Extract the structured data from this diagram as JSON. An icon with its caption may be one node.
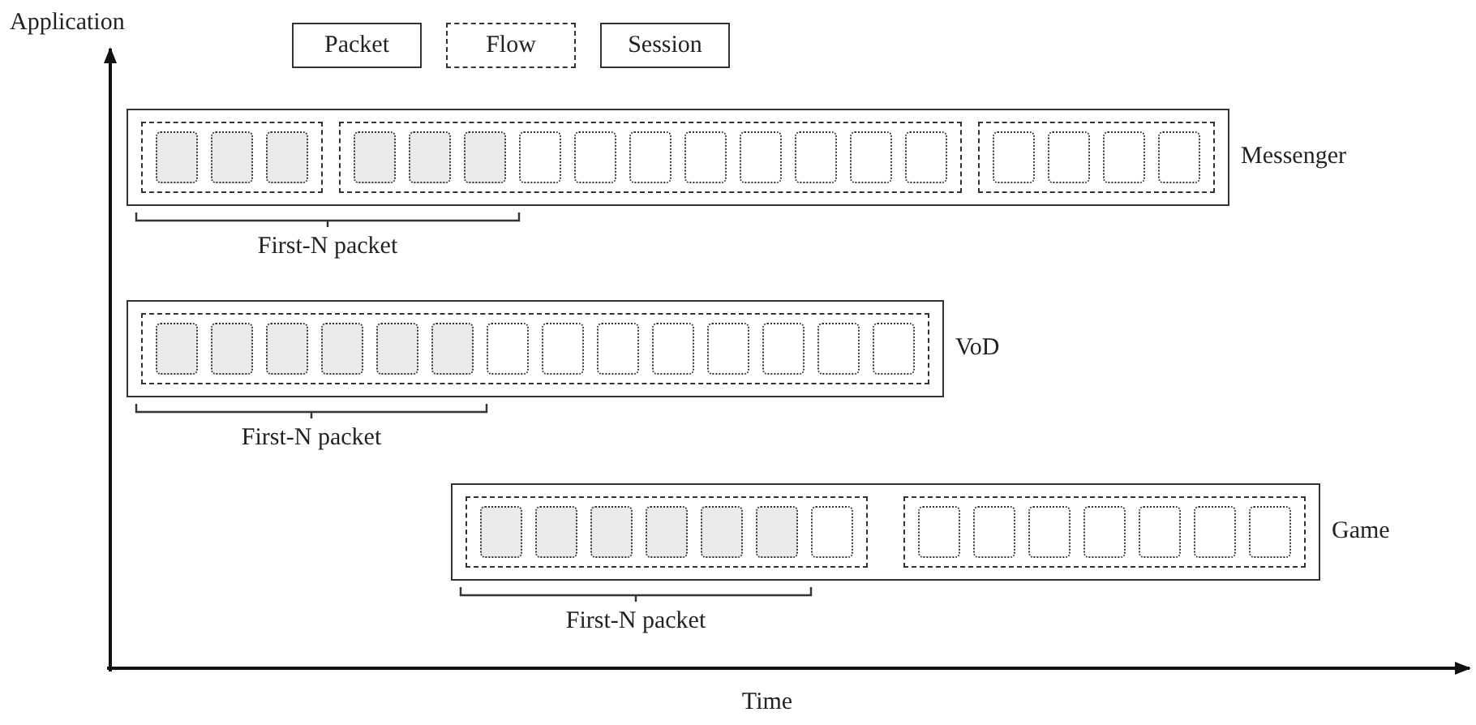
{
  "diagram": {
    "nodes": [
      {
        "text": [],
        "shape": "box",
        "beside": [
          "Messenger"
        ]
      },
      {
        "text": [],
        "shape": "box",
        "in": 0
      },
      {
        "text": [],
        "shape": "box",
        "in": 1
      },
      {
        "text": [],
        "shape": "box",
        "in": 1
      },
      {
        "text": [],
        "shape": "box",
        "in": 1
      },
      {
        "text": [],
        "shape": "box",
        "in": 0
      },
      {
        "text": [],
        "shape": "box",
        "in": 5
      },
      {
        "text": [],
        "shape": "box",
        "in": 5
      },
      {
        "text": [],
        "shape": "box",
        "in": 5
      },
      {
        "text": [],
        "shape": "box",
        "in": 5
      },
      {
        "text": [],
        "shape": "box",
        "in": 5
      },
      {
        "text": [],
        "shape": "box",
        "in": 5
      },
      {
        "text": [],
        "shape": "box",
        "in": 5
      },
      {
        "text": [],
        "shape": "box",
        "in": 5
      },
      {
        "text": [],
        "shape": "box",
        "in": 5
      },
      {
        "text": [],
        "shape": "box",
        "in": 5
      },
      {
        "text": [],
        "shape": "box",
        "in": 5
      },
      {
        "text": [],
        "shape": "box",
        "in": 0
      },
      {
        "text": [],
        "shape": "box",
        "in": 17
      },
      {
        "text": [],
        "shape": "box",
        "in": 17
      },
      {
        "text": [],
        "shape": "box",
        "in": 17
      },
      {
        "text": [],
        "shape": "box",
        "in": 17
      },
      {
        "text": [],
        "shape": "box",
        "beside": [
          "VoD"
        ]
      },
      {
        "text": [],
        "shape": "box",
        "in": 22
      },
      {
        "text": [],
        "shape": "box",
        "in": 23
      },
      {
        "text": [],
        "shape": "box",
        "in": 23
      },
      {
        "text": [],
        "shape": "box",
        "in": 23
      },
      {
        "text": [],
        "shape": "box",
        "in": 23
      },
      {
        "text": [],
        "shape": "box",
        "in": 23
      },
      {
        "text": [],
        "shape": "box",
        "in": 23
      },
      {
        "text": [],
        "shape": "box",
        "in": 23
      },
      {
        "text": [],
        "shape": "box",
        "in": 23
      },
      {
        "text": [],
        "shape": "box",
        "in": 23
      },
      {
        "text": [],
        "shape": "box",
        "in": 23
      },
      {
        "text": [],
        "shape": "box",
        "in": 23
      },
      {
        "text": [],
        "shape": "box",
        "in": 23
      },
      {
        "text": [],
        "shape": "box",
        "in": 23
      },
      {
        "text": [],
        "shape": "box",
        "in": 23
      },
      {
        "text": [],
        "shape": "box",
        "beside": [
          "Game"
        ]
      },
      {
        "text": [],
        "shape": "box",
        "in": 38
      },
      {
        "text": [],
        "shape": "box",
        "in": 39
      },
      {
        "text": [],
        "shape": "box",
        "in": 39
      },
      {
        "text": [],
        "shape": "box",
        "in": 39
      },
      {
        "text": [],
        "shape": "box",
        "in": 39
      },
      {
        "text": [],
        "shape": "box",
        "in": 39
      },
      {
        "text": [],
        "shape": "box",
        "in": 39
      },
      {
        "text": [],
        "shape": "box",
        "in": 39
      },
      {
        "text": [],
        "shape": "box",
        "in": 38
      },
      {
        "text": [],
        "shape": "box",
        "in": 47
      },
      {
        "text": [],
        "shape": "box",
        "in": 47
      },
      {
        "text": [],
        "shape": "box",
        "in": 47
      },
      {
        "text": [],
        "shape": "box",
        "in": 47
      },
      {
        "text": [],
        "shape": "box",
        "in": 47
      },
      {
        "text": [],
        "shape": "box",
        "in": 47
      },
      {
        "text": [],
        "shape": "box",
        "in": 47
      }
    ],
    "labels": [
      "Application",
      "Time",
      "First-N packet",
      "First-N packet",
      "First-N packet"
    ],
    "legend": [
      {
        "text": "Packet"
      },
      {
        "text": "Flow"
      },
      {
        "text": "Session"
      }
    ]
  }
}
